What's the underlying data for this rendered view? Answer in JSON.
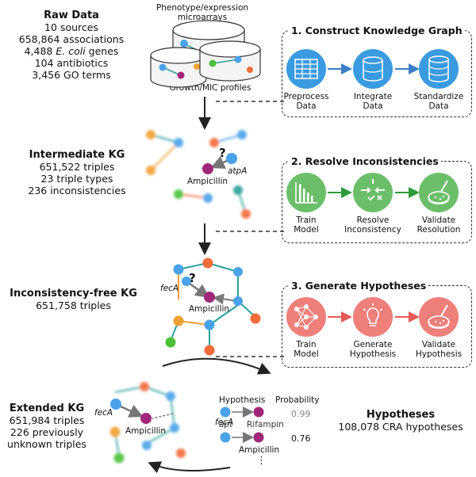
{
  "raw": {
    "title": "Raw Data",
    "lines": [
      "10 sources",
      "658,864 associations",
      "4,488 E. coli genes",
      "104 antibiotics",
      "3,456 GO terms"
    ],
    "db_top_label": [
      "Phenotype/expression",
      "microarrays"
    ],
    "db_bottom_label": "Growth/MIC profiles"
  },
  "intermediate": {
    "title": "Intermediate KG",
    "lines": [
      "651,522 triples",
      "23 triple types",
      "236 inconsistencies"
    ],
    "node_gene": "atpA",
    "node_drug": "Ampicillin",
    "question": "?"
  },
  "inconsistency_free": {
    "title": "Inconsistency-free KG",
    "lines": [
      "651,758 triples"
    ],
    "node_gene": "fecA",
    "node_drug": "Ampicillin",
    "question": "?"
  },
  "extended": {
    "title": "Extended KG",
    "lines": [
      "651,984 triples",
      "226 previously",
      "unknown triples"
    ],
    "node_gene": "fecA",
    "node_drug": "Ampicillin"
  },
  "step1": {
    "title": "1. Construct Knowledge Graph",
    "items": [
      {
        "label": [
          "Preprocess",
          "Data"
        ],
        "icon": "spreadsheet-icon"
      },
      {
        "label": [
          "Integrate",
          "Data"
        ],
        "icon": "database-icon"
      },
      {
        "label": [
          "Standardize",
          "Data"
        ],
        "icon": "database-stack-icon"
      }
    ]
  },
  "step2": {
    "title": "2. Resolve Inconsistencies",
    "items": [
      {
        "label": [
          "Train",
          "Model"
        ],
        "icon": "bar-chart-icon"
      },
      {
        "label": [
          "Resolve",
          "Inconsistency"
        ],
        "icon": "resolve-arrows-icon"
      },
      {
        "label": [
          "Validate",
          "Resolution"
        ],
        "icon": "petri-dish-icon"
      }
    ]
  },
  "step3": {
    "title": "3. Generate Hypotheses",
    "items": [
      {
        "label": [
          "Train",
          "Model"
        ],
        "icon": "neural-network-icon"
      },
      {
        "label": [
          "Generate",
          "Hypothesis"
        ],
        "icon": "lightbulb-icon"
      },
      {
        "label": [
          "Validate",
          "Hypothesis"
        ],
        "icon": "petri-dish-icon"
      }
    ]
  },
  "hypotheses_table": {
    "col_hypothesis": "Hypothesis",
    "col_probability": "Probability",
    "rows": [
      {
        "gene": "apt",
        "drug": "Rifampin",
        "probability": "0.99"
      },
      {
        "gene": "fecA",
        "drug": "Ampicillin",
        "probability": "0.76"
      }
    ],
    "ellipsis": "⋮"
  },
  "hypotheses_summary": {
    "title": "Hypotheses",
    "line": "108,078 CRA hypotheses"
  },
  "colors": {
    "blue": "#3b9be0",
    "green": "#6cbf6a",
    "red": "#ef7f7a",
    "node_blue": "#4aa3e8",
    "node_orange": "#f0a033",
    "node_red": "#f26b3a",
    "node_green": "#4bc23a",
    "node_purple": "#a0287a",
    "edge_teal": "#2aa198"
  }
}
